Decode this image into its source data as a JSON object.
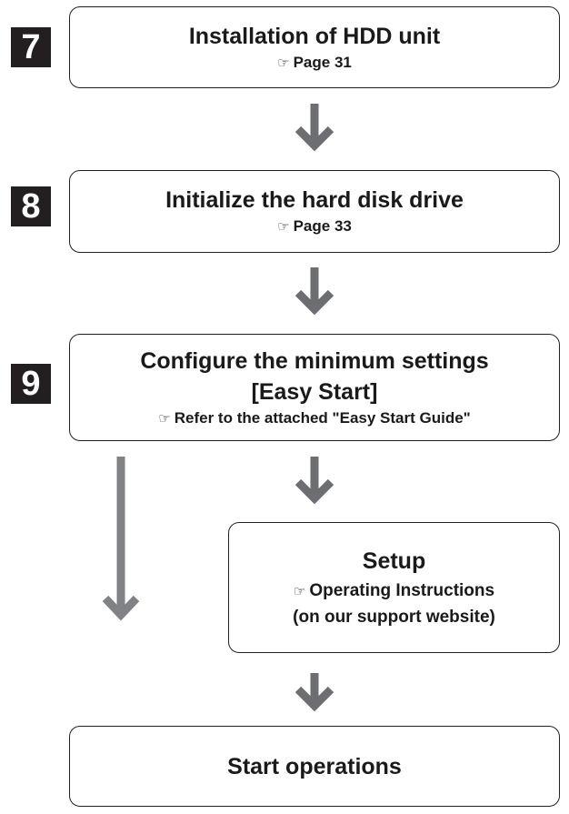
{
  "steps": [
    {
      "number": "7",
      "title": "Installation of HDD unit",
      "ref_icon": "reference-hand-icon",
      "ref": "Page 31"
    },
    {
      "number": "8",
      "title": "Initialize the hard disk drive",
      "ref_icon": "reference-hand-icon",
      "ref": "Page 33"
    },
    {
      "number": "9",
      "title_line1": "Configure the minimum settings",
      "title_line2": "[Easy Start]",
      "ref_icon": "reference-hand-icon",
      "ref": "Refer to the attached \"Easy Start Guide\""
    }
  ],
  "setup": {
    "title": "Setup",
    "ref_icon": "reference-hand-icon",
    "ref_line1": "Operating Instructions",
    "ref_line2": "(on our support website)"
  },
  "final": {
    "title": "Start operations"
  },
  "hand_glyph": "☞",
  "colors": {
    "arrow": "#6d6e71",
    "badge": "#231f20",
    "border": "#231f20"
  }
}
